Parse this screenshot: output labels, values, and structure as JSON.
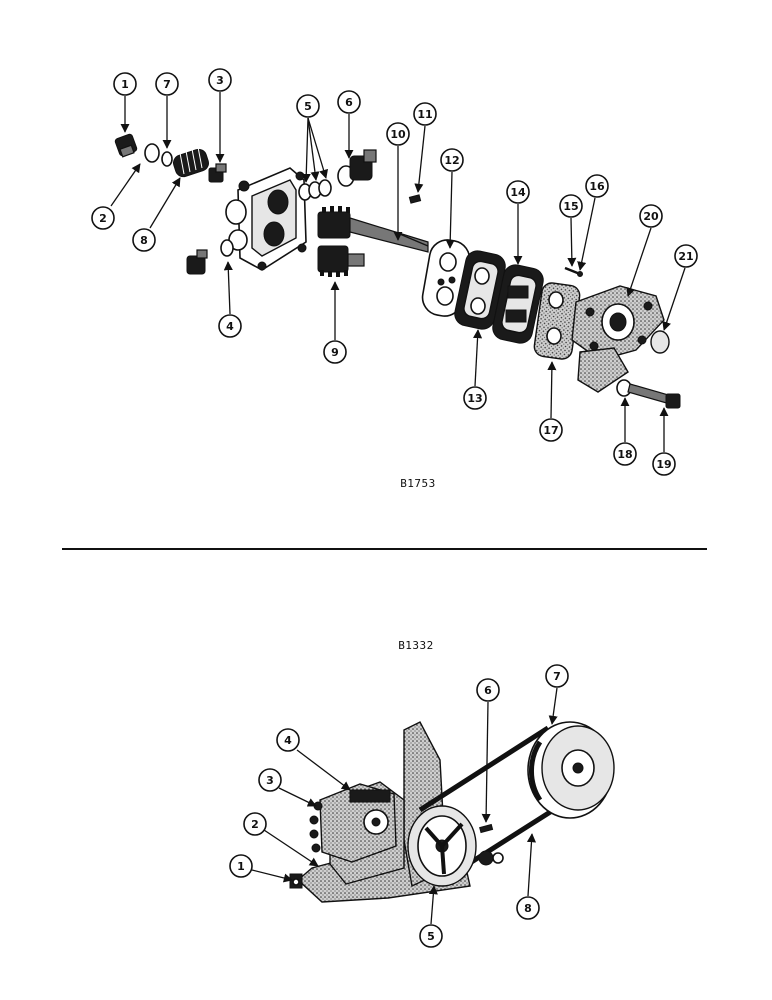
{
  "figures": [
    {
      "code": "B1753",
      "callouts": [
        "1",
        "2",
        "3",
        "4",
        "5",
        "6",
        "7",
        "8",
        "9",
        "10",
        "11",
        "12",
        "13",
        "14",
        "15",
        "16",
        "17",
        "18",
        "19",
        "20",
        "21"
      ]
    },
    {
      "code": "B1332",
      "callouts": [
        "1",
        "2",
        "3",
        "4",
        "5",
        "6",
        "7",
        "8"
      ]
    }
  ]
}
